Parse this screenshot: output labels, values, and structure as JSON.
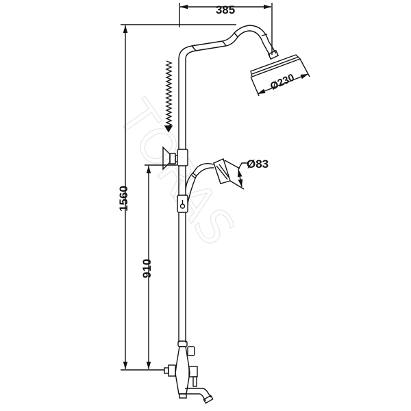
{
  "drawing": {
    "type": "shower system technical drawing",
    "watermark": "TORAS",
    "colors": {
      "line": "#111111",
      "background": "#ffffff",
      "watermark": "#e6e6e6"
    },
    "dimensions": {
      "reach": "385",
      "total_height": "1560",
      "mixer_to_bracket": "910",
      "head_diameter": "Ø230",
      "hand_shower_diameter": "Ø83"
    },
    "components": [
      "overhead-shower-head",
      "curved-arm",
      "riser-pipe",
      "sliding-bracket",
      "wall-bracket",
      "hand-shower",
      "hand-shower-hose",
      "hand-shower-holder",
      "bath-mixer",
      "spout",
      "height-adjust-arrow"
    ]
  }
}
